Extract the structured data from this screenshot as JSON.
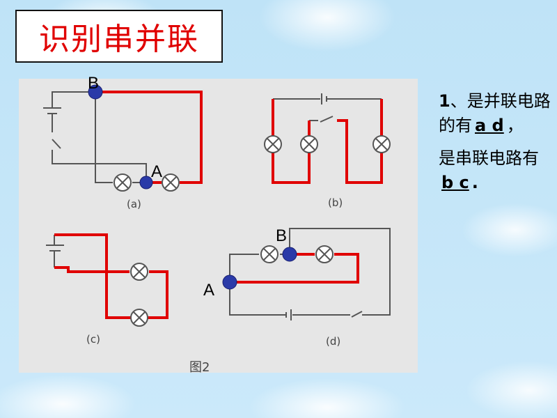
{
  "title": "识别串并联",
  "labels": {
    "a_B": "B",
    "a_A": "A",
    "d_B": "B",
    "d_A": "A",
    "cap_a": "(a)",
    "cap_b": "(b)",
    "cap_c": "(c)",
    "cap_d": "(d)",
    "fig": "图2"
  },
  "question": {
    "num": "1",
    "line1_rest": "、是并联电路的有",
    "parallel_answer": "a d",
    "comma": "，",
    "line2": "是串联电路有",
    "series_answer": "b c",
    "period": "."
  },
  "colors": {
    "wire": "#555555",
    "highlight": "#e00000",
    "node": "#2a3aa8",
    "title": "#e00000"
  }
}
